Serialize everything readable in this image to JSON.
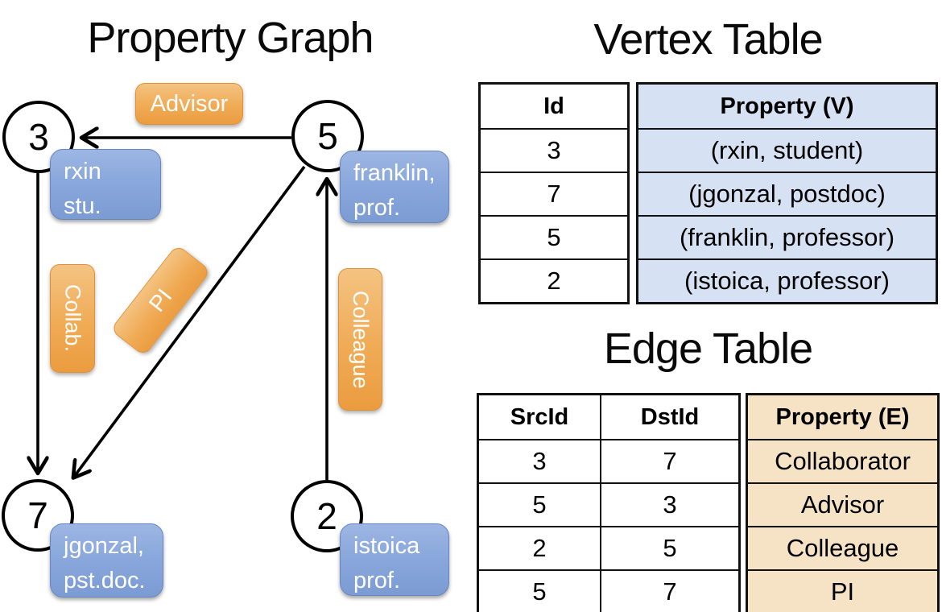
{
  "graph": {
    "title": "Property Graph",
    "vertices": [
      {
        "id": "3",
        "prop_line1": "rxin",
        "prop_line2": "stu."
      },
      {
        "id": "5",
        "prop_line1": "franklin,",
        "prop_line2": "prof."
      },
      {
        "id": "7",
        "prop_line1": "jgonzal,",
        "prop_line2": "pst.doc."
      },
      {
        "id": "2",
        "prop_line1": "istoica",
        "prop_line2": "prof."
      }
    ],
    "edges": [
      {
        "src": "5",
        "dst": "3",
        "label": "Advisor"
      },
      {
        "src": "3",
        "dst": "7",
        "label": "Collab."
      },
      {
        "src": "5",
        "dst": "7",
        "label": "PI"
      },
      {
        "src": "2",
        "dst": "5",
        "label": "Colleague"
      }
    ]
  },
  "vertex_table": {
    "title": "Vertex Table",
    "columns": {
      "id": "Id",
      "property": "Property (V)"
    },
    "rows": [
      {
        "id": "3",
        "property": "(rxin, student)"
      },
      {
        "id": "7",
        "property": "(jgonzal, postdoc)"
      },
      {
        "id": "5",
        "property": "(franklin, professor)"
      },
      {
        "id": "2",
        "property": "(istoica, professor)"
      }
    ]
  },
  "edge_table": {
    "title": "Edge Table",
    "columns": {
      "src": "SrcId",
      "dst": "DstId",
      "property": "Property (E)"
    },
    "rows": [
      {
        "src": "3",
        "dst": "7",
        "property": "Collaborator"
      },
      {
        "src": "5",
        "dst": "3",
        "property": "Advisor"
      },
      {
        "src": "2",
        "dst": "5",
        "property": "Colleague"
      },
      {
        "src": "5",
        "dst": "7",
        "property": "PI"
      }
    ]
  },
  "colors": {
    "edge_label_orange": "#EFA54B",
    "vertex_prop_blue": "#87A3D8",
    "vertex_table_bg": "#D7E1F4",
    "edge_table_bg": "#F6E2C5",
    "line_black": "#000000"
  }
}
